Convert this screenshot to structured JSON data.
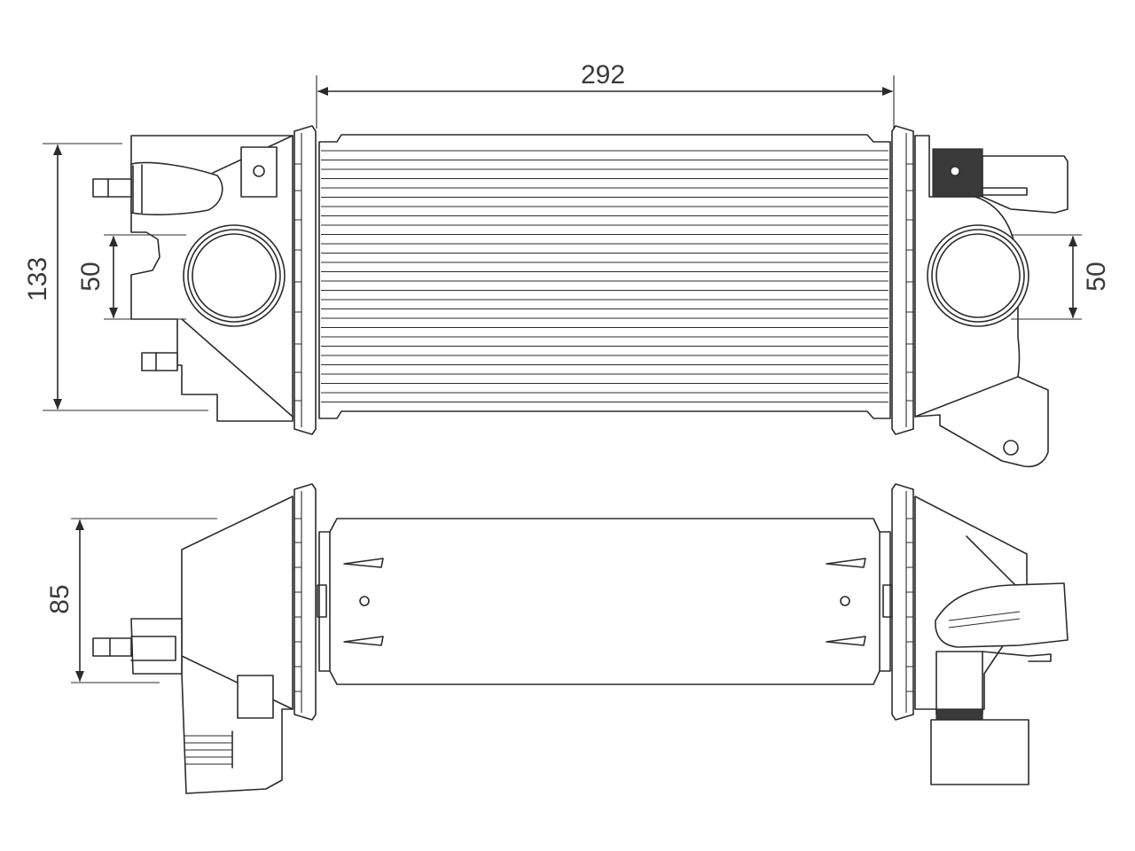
{
  "dimensions": {
    "core_length": "292",
    "height_total": "133",
    "inlet_diameter_left": "50",
    "inlet_diameter_right": "50",
    "depth": "85"
  },
  "colors": {
    "line": "#2b2b2b",
    "text": "#3a3a3a",
    "background": "#ffffff"
  }
}
